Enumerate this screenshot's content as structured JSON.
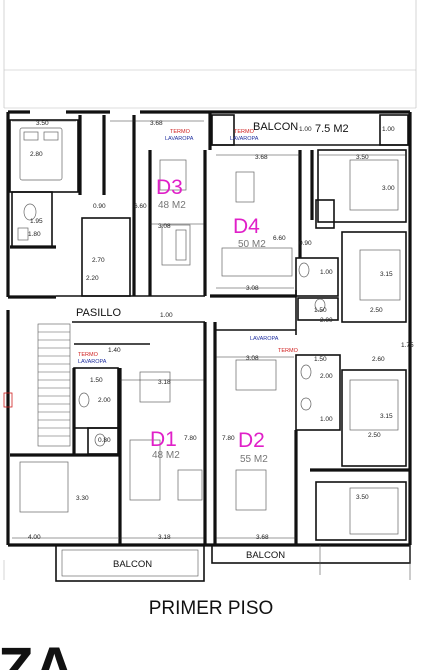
{
  "title": "PRIMER PISO",
  "bottom_partial": "ZA",
  "corridor": "PASILLO",
  "balcony_labels": [
    "BALCON",
    "BALCON",
    "BALCON"
  ],
  "balcony_area": "7.5 M2",
  "apartments": [
    {
      "id": "D3",
      "area": "48 M2"
    },
    {
      "id": "D4",
      "area": "50 M2"
    },
    {
      "id": "D1",
      "area": "48 M2"
    },
    {
      "id": "D2",
      "area": "55 M2"
    }
  ],
  "tags": {
    "termo": "TERMO",
    "lavaropa": "LAVAROPA"
  },
  "dimensions": {
    "top_left_width": "3.50",
    "top_d3_width": "3.68",
    "d3_room_left": "2.80",
    "d3_090": "0.90",
    "d3_height": "6.60",
    "d3_bath_195": "1.95",
    "d3_bath_180": "1.80",
    "d3_308": "3.08",
    "d3_270": "2.70",
    "d3_220": "2.20",
    "d4_balcony_100a": "1.00",
    "d4_balcony_100b": "1.00",
    "d4_368": "3.68",
    "d4_350": "3.50",
    "d4_300": "3.00",
    "d4_height": "6.60",
    "d4_090": "0.90",
    "d4_100": "1.00",
    "d4_315": "3.15",
    "d4_308": "3.08",
    "d4_150": "1.50",
    "d4_250": "2.50",
    "d4_200": "2.00",
    "corridor_100": "1.00",
    "d1_140": "1.40",
    "d1_150": "1.50",
    "d1_318": "3.18",
    "d1_200": "2.00",
    "d1_080": "0.80",
    "d1_height": "7.80",
    "d1_330": "3.30",
    "d1_400": "4.00",
    "d1_318b": "3.18",
    "d2_308": "3.08",
    "d2_height": "7.80",
    "d2_150": "1.50",
    "d2_260": "2.60",
    "d2_175": "1.75",
    "d2_200": "2.00",
    "d2_100": "1.00",
    "d2_315": "3.15",
    "d2_250": "2.50",
    "d2_350": "3.50",
    "d2_368": "3.68"
  }
}
